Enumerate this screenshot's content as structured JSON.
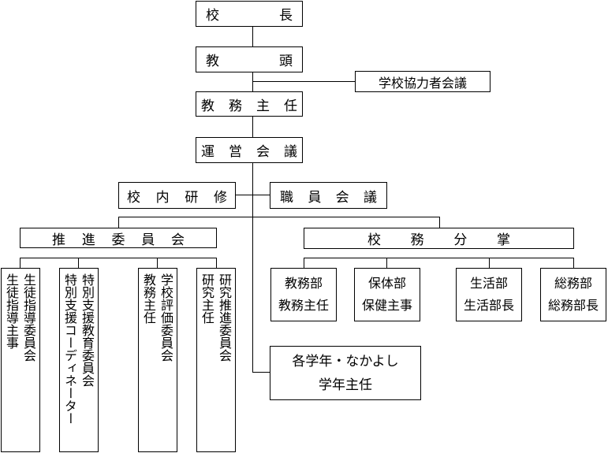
{
  "principal": [
    "校",
    "長"
  ],
  "vice_principal": [
    "教",
    "頭"
  ],
  "school_council": "学校協力者会議",
  "head_teacher": [
    "教",
    "務",
    "主",
    "任"
  ],
  "management_meeting": [
    "運",
    "営",
    "会",
    "議"
  ],
  "internal_training": [
    "校",
    "内",
    "研",
    "修"
  ],
  "staff_meeting": [
    "職",
    "員",
    "会",
    "議"
  ],
  "promotion_committee": [
    "推",
    "進",
    "委",
    "員",
    "会"
  ],
  "school_affairs": [
    "校",
    "務",
    "分",
    "掌"
  ],
  "committees": [
    {
      "col1": "生徒指導委員会",
      "col2": "生徒指導主事"
    },
    {
      "col1": "特別支援教育委員会",
      "col2": "特別支援コーディネーター"
    },
    {
      "col1": "学校評価委員会",
      "col2": "教務主任"
    },
    {
      "col1": "研究推進委員会",
      "col2": "研究主任"
    }
  ],
  "departments": [
    {
      "name": "教務部",
      "head": "教務主任"
    },
    {
      "name": "保体部",
      "head": "保健主事"
    },
    {
      "name": "生活部",
      "head": "生活部長"
    },
    {
      "name": "総務部",
      "head": "総務部長"
    }
  ],
  "grades": {
    "name": "各学年・なかよし",
    "head": "学年主任"
  }
}
